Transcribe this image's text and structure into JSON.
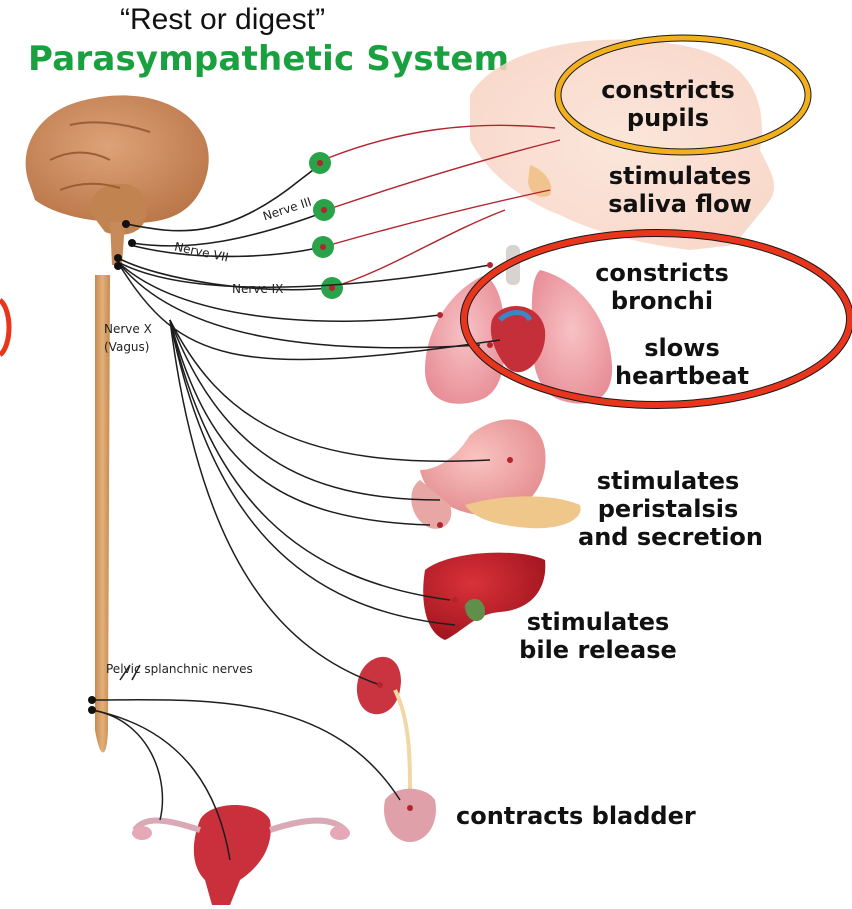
{
  "header": {
    "subtitle": "“Rest or digest”",
    "title": "Parasympathetic System"
  },
  "nerves": {
    "nerve_iii": "Nerve III",
    "nerve_vii": "Nerve VII",
    "nerve_ix": "Nerve IX",
    "nerve_x_line1": "Nerve X",
    "nerve_x_line2": "(Vagus)",
    "pelvic": "Pelvic splanchnic nerves"
  },
  "effects": {
    "pupils_1": "constricts",
    "pupils_2": "pupils",
    "saliva_1": "stimulates",
    "saliva_2": "saliva flow",
    "bronchi_1": "constricts",
    "bronchi_2": "bronchi",
    "heart_1": "slows",
    "heart_2": "heartbeat",
    "peristalsis_1": "stimulates",
    "peristalsis_2": "peristalsis",
    "peristalsis_3": "and secretion",
    "bile_1": "stimulates",
    "bile_2": "bile release",
    "bladder": "contracts bladder"
  },
  "colors": {
    "title_green": "#1aa03f",
    "highlight_yellow": "#f2b01e",
    "highlight_red": "#e8351c",
    "spine": "#d9a56a",
    "brain": "#c98a5a",
    "nerve_line": "#1e1e1e",
    "nerve_red": "#b3242c",
    "ganglion_green": "#2aa24a"
  }
}
